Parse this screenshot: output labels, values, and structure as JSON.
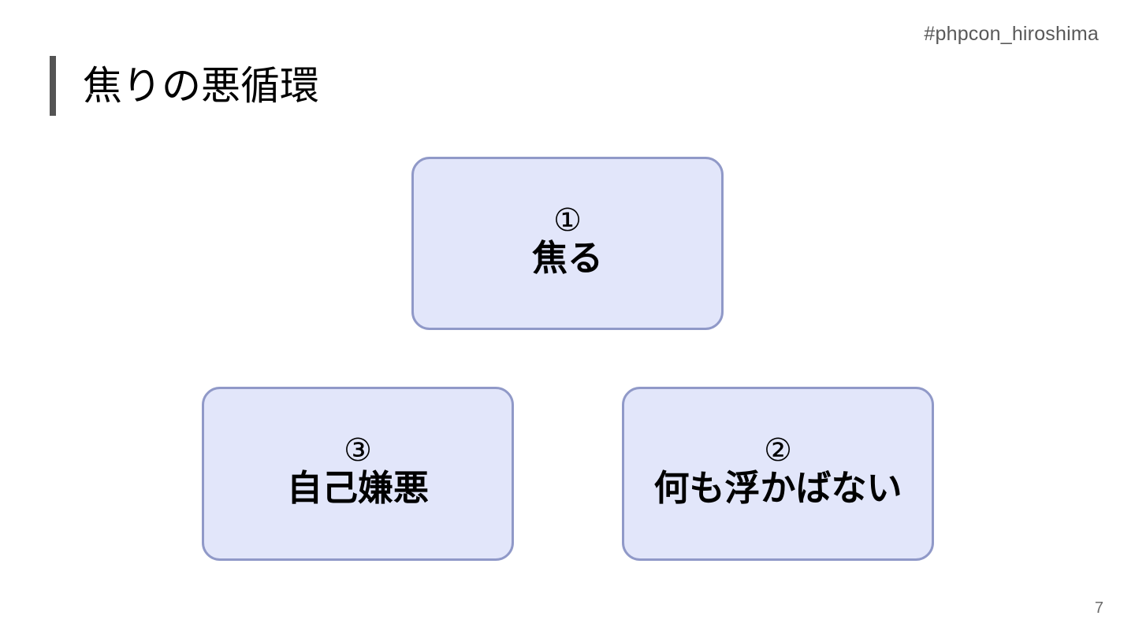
{
  "slide": {
    "hashtag": "#phpcon_hiroshima",
    "title": "焦りの悪循環",
    "page_number": "7",
    "colors": {
      "background": "#ffffff",
      "title_accent": "#545454",
      "hashtag_text": "#595959",
      "box_fill": "#e2e6fa",
      "box_border": "#9099c8",
      "box_text": "#000000",
      "page_number_text": "#6b6b6b"
    }
  },
  "diagram": {
    "type": "cycle",
    "boxes": [
      {
        "id": "1",
        "marker": "①",
        "label": "焦る"
      },
      {
        "id": "2",
        "marker": "②",
        "label": "何も浮かばない"
      },
      {
        "id": "3",
        "marker": "③",
        "label": "自己嫌悪"
      }
    ]
  }
}
